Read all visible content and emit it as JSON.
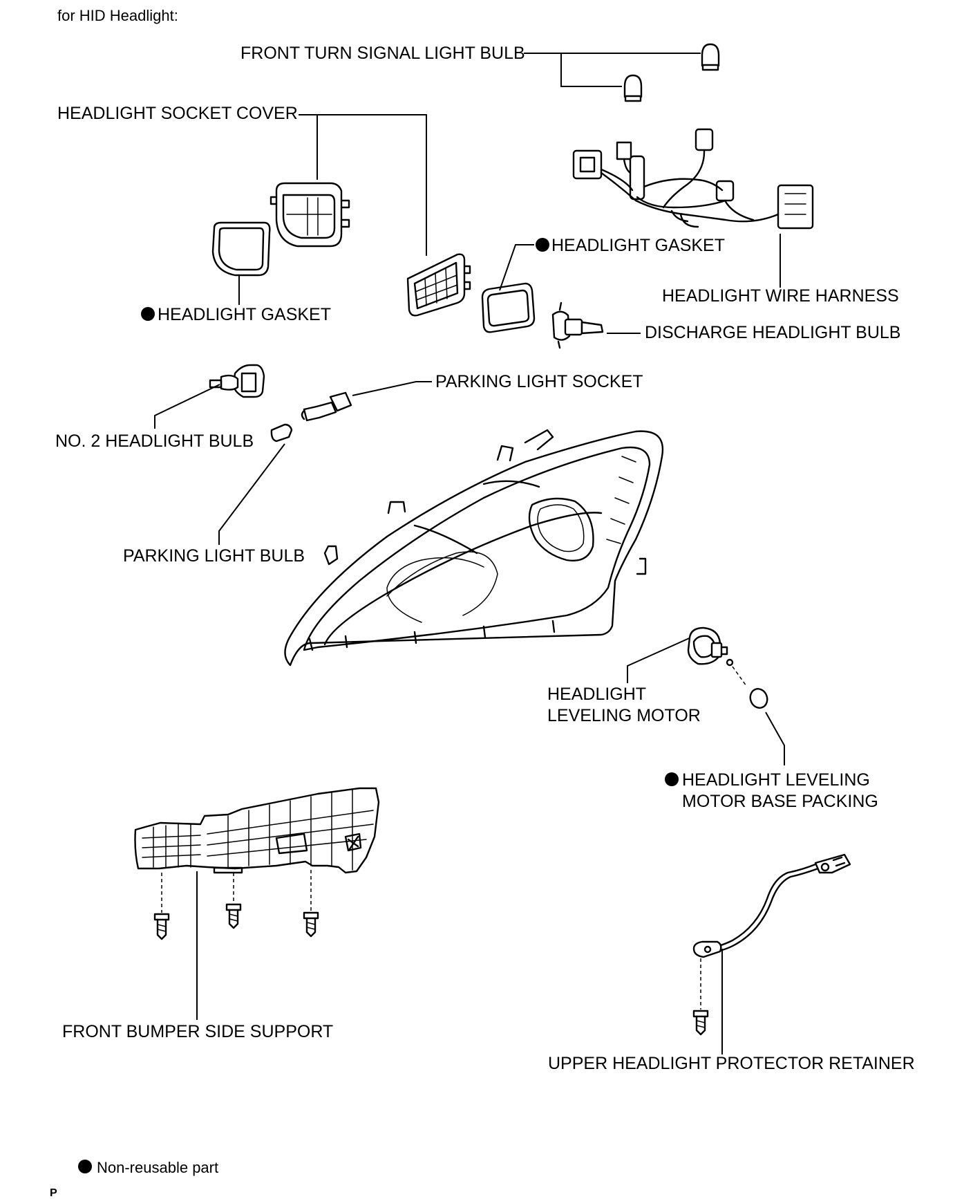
{
  "header": {
    "title": "for HID Headlight:"
  },
  "labels": {
    "front_turn_signal_light_bulb": "FRONT TURN SIGNAL LIGHT BULB",
    "headlight_socket_cover": "HEADLIGHT SOCKET COVER",
    "headlight_gasket_right": "HEADLIGHT GASKET",
    "headlight_wire_harness": "HEADLIGHT WIRE HARNESS",
    "headlight_gasket_left": "HEADLIGHT GASKET",
    "discharge_headlight_bulb": "DISCHARGE HEADLIGHT BULB",
    "parking_light_socket": "PARKING LIGHT SOCKET",
    "no2_headlight_bulb": "NO. 2 HEADLIGHT BULB",
    "parking_light_bulb": "PARKING LIGHT BULB",
    "headlight_leveling_motor_line1": "HEADLIGHT",
    "headlight_leveling_motor_line2": "LEVELING MOTOR",
    "leveling_motor_base_packing_line1": "HEADLIGHT LEVELING",
    "leveling_motor_base_packing_line2": "MOTOR BASE PACKING",
    "front_bumper_side_support": "FRONT BUMPER SIDE SUPPORT",
    "upper_headlight_protector_retainer": "UPPER HEADLIGHT PROTECTOR RETAINER"
  },
  "legend": {
    "non_reusable": "Non-reusable part"
  },
  "footer": {
    "code": "P"
  }
}
